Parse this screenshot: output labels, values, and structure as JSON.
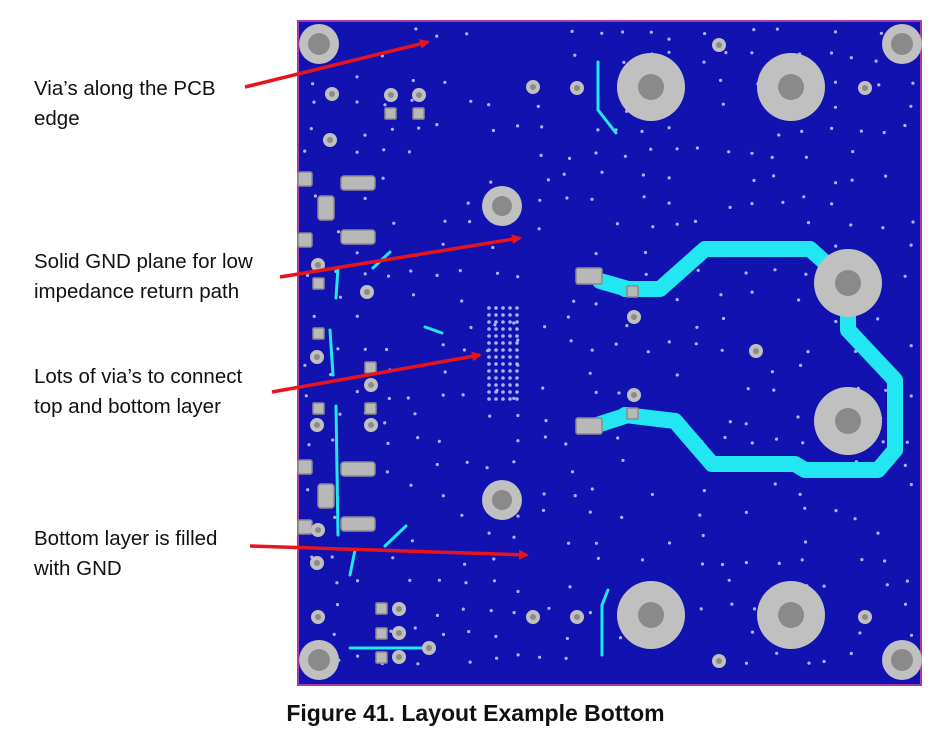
{
  "callouts": [
    {
      "line1": "Via’s along the PCB",
      "line2": "edge"
    },
    {
      "line1": "Solid GND plane for low",
      "line2": "impedance return path"
    },
    {
      "line1": "Lots of via’s to connect",
      "line2": "top and bottom layer"
    },
    {
      "line1": "Bottom layer is filled",
      "line2": "with GND"
    }
  ],
  "caption": "Figure 41.  Layout Example Bottom",
  "colors": {
    "board": "#1212b0",
    "board_outline": "#a83aa8",
    "trace": "#22e6f2",
    "pad": "#c0c0c0",
    "pad_hole": "#8a8a8a",
    "via_dot": "#a9b4f0",
    "arrow": "#e8141c"
  }
}
